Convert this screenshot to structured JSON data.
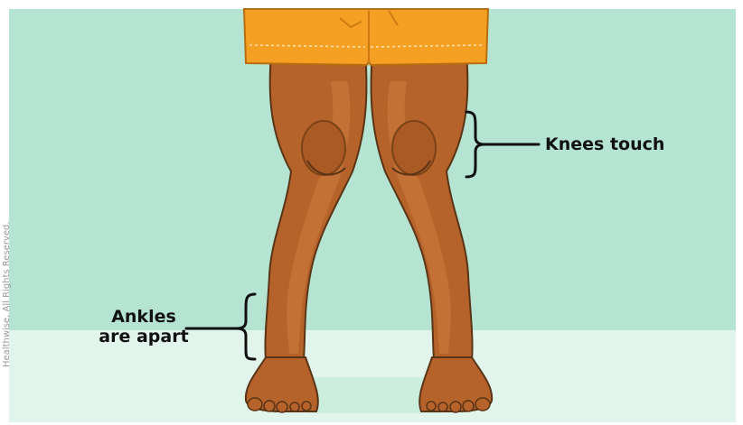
{
  "annotations": {
    "knees": "Knees touch",
    "ankles_line1": "Ankles",
    "ankles_line2": "are apart"
  },
  "watermark": "Healthwise, All Rights Reserved.",
  "colors": {
    "background": "#b5e4d2",
    "floor": "#e2f5ec",
    "shorts": "#f5a023",
    "skin": "#b5632a",
    "skin_highlight": "#c9783a",
    "outline": "#5a3416"
  }
}
